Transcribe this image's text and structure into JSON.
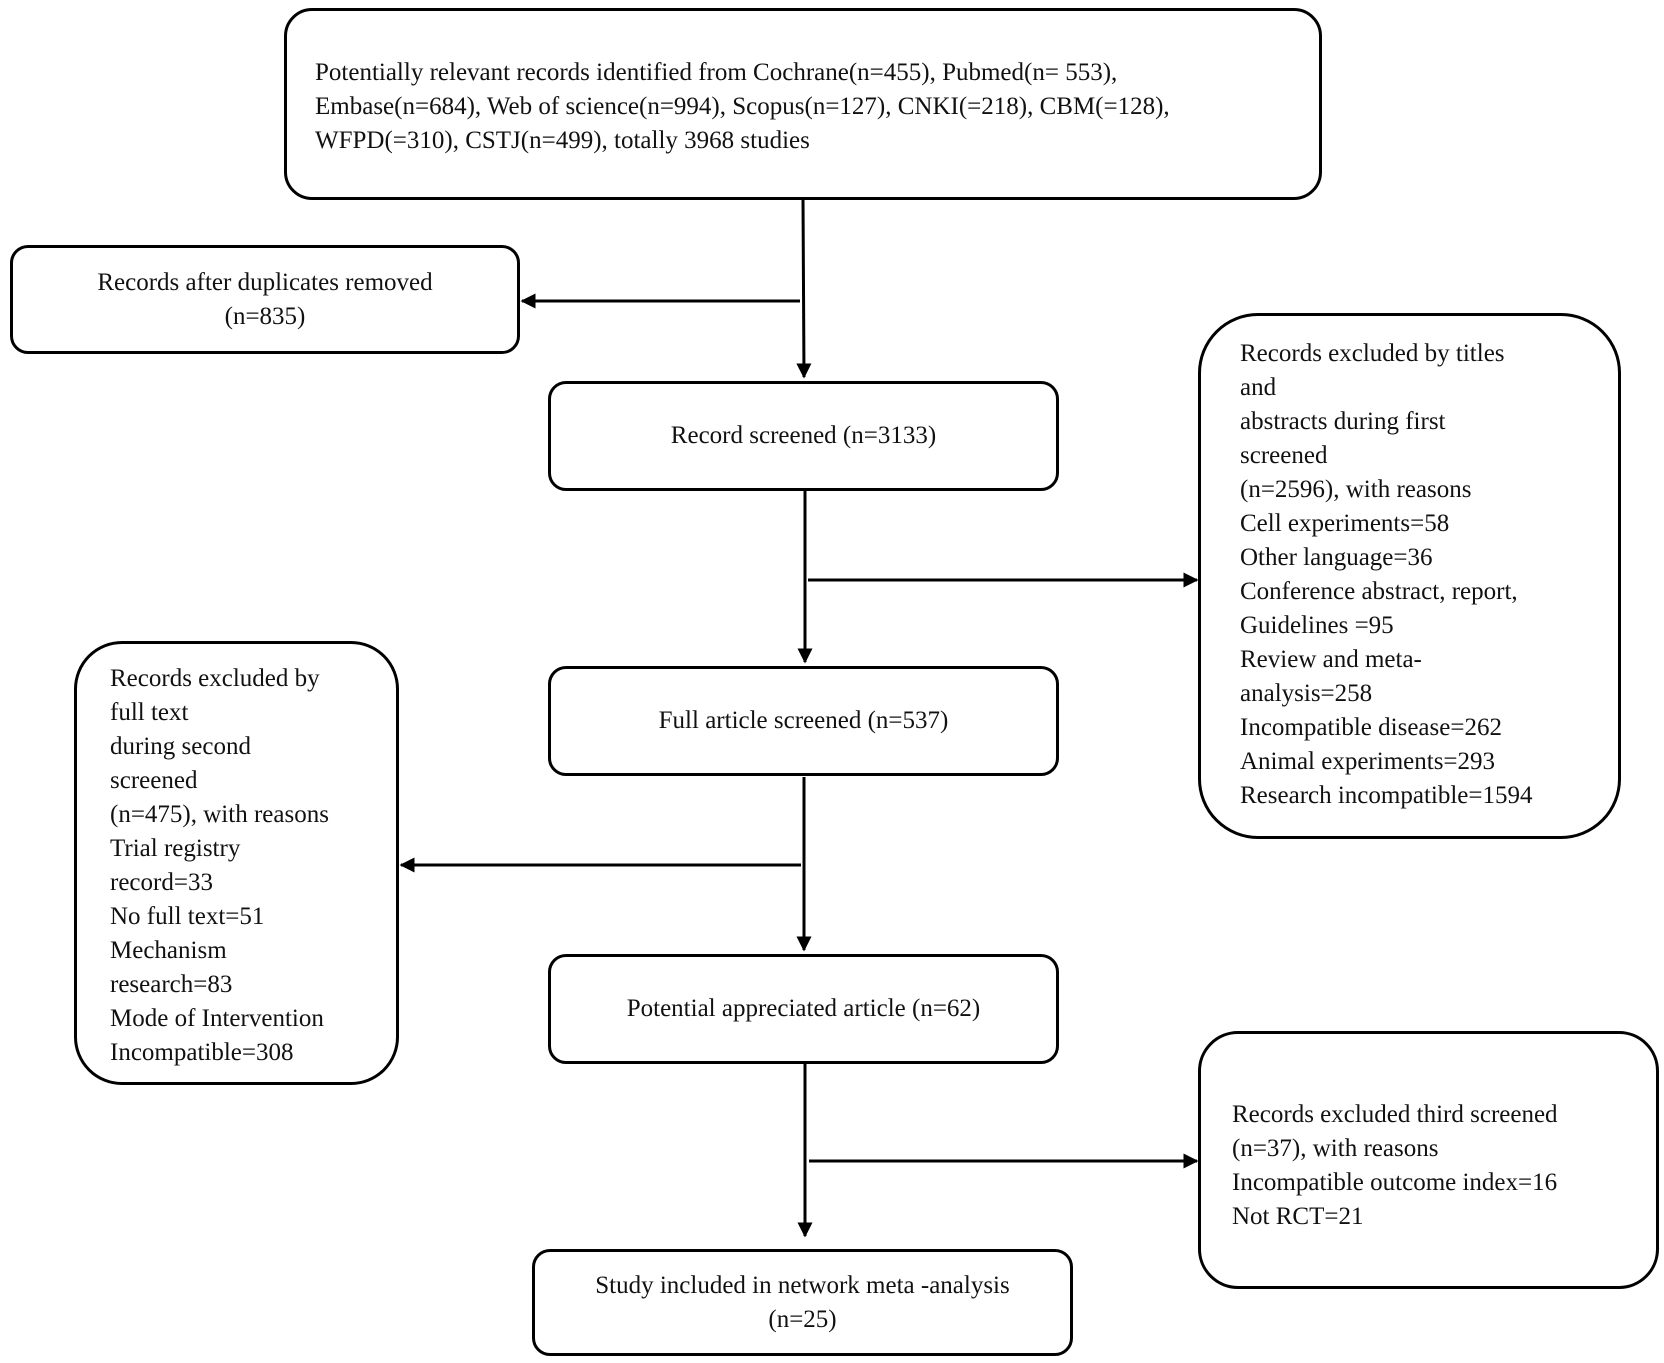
{
  "identification": {
    "lines": [
      "Potentially relevant records identified from Cochrane(n=455), Pubmed(n= 553),",
      "Embase(n=684), Web of science(n=994), Scopus(n=127), CNKI(=218), CBM(=128),",
      "WFPD(=310), CSTJ(n=499), totally 3968 studies"
    ]
  },
  "duplicates": {
    "lines": [
      "Records after duplicates removed",
      "(n=835)"
    ]
  },
  "screened": {
    "lines": [
      "Record screened (n=3133)"
    ]
  },
  "excluded_first": {
    "lines": [
      "Records excluded by titles",
      "and",
      "abstracts during first",
      "screened",
      "(n=2596), with reasons",
      "Cell experiments=58",
      "Other language=36",
      "Conference abstract, report,",
      "Guidelines =95",
      "Review and meta-",
      "analysis=258",
      "Incompatible disease=262",
      "Animal experiments=293",
      "Research incompatible=1594"
    ]
  },
  "full_article": {
    "lines": [
      "Full article screened (n=537)"
    ]
  },
  "excluded_second": {
    "lines": [
      "Records excluded by",
      "full text",
      "during second",
      "screened",
      "(n=475), with reasons",
      "Trial registry",
      "record=33",
      "No full text=51",
      "Mechanism",
      "research=83",
      "Mode of Intervention",
      "Incompatible=308"
    ]
  },
  "potential": {
    "lines": [
      "Potential appreciated article (n=62)"
    ]
  },
  "excluded_third": {
    "lines": [
      "Records excluded third screened",
      "(n=37), with reasons",
      "Incompatible outcome index=16",
      "Not RCT=21"
    ]
  },
  "included": {
    "lines": [
      "Study included in network meta -analysis",
      "(n=25)"
    ]
  }
}
